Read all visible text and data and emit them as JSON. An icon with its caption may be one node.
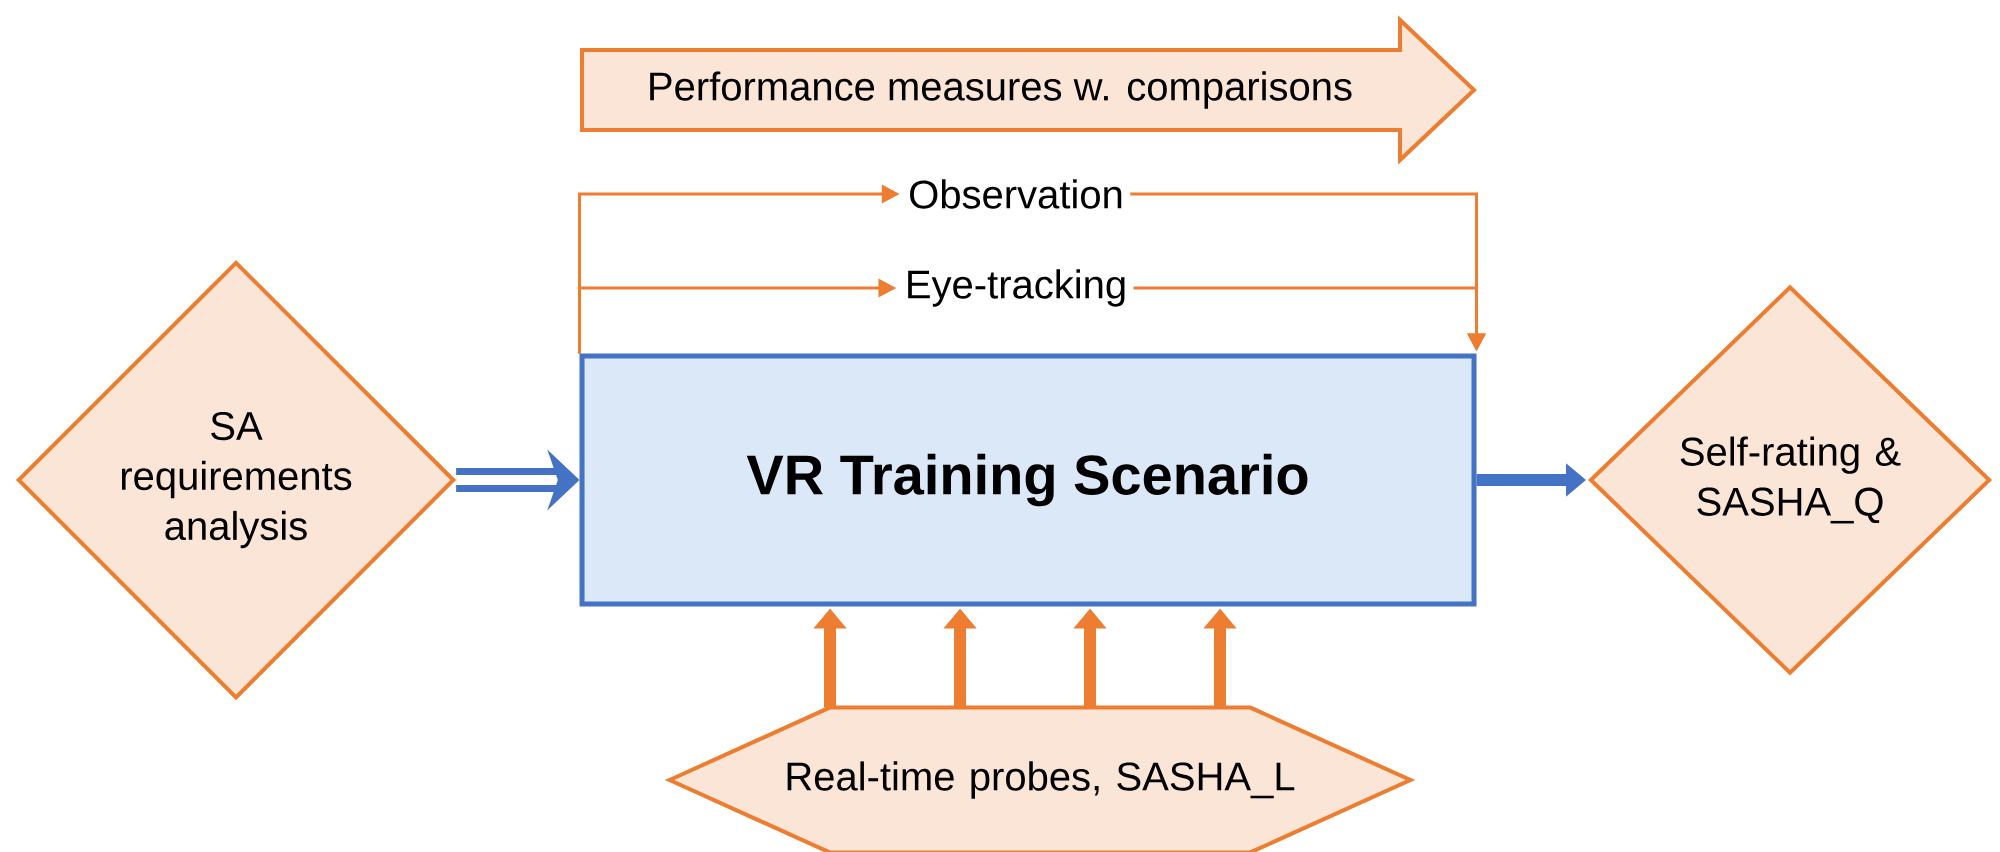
{
  "diagram": {
    "nodes": [
      {
        "text": [
          "Performance measures w. comparisons"
        ]
      },
      {
        "text": [
          "Observation"
        ]
      },
      {
        "text": [
          "Eye-tracking"
        ]
      },
      {
        "text": [
          "VR Training Scenario"
        ]
      },
      {
        "text": [
          "SA requirements analysis"
        ]
      },
      {
        "text": [
          "Self-rating & SASHA_Q"
        ]
      },
      {
        "text": [
          "Real-time probes, SASHA_L"
        ]
      }
    ],
    "edges": [
      {
        "from": 3,
        "to": 1,
        "arrow": "to"
      },
      {
        "from": 1,
        "to": 3,
        "arrow": "to"
      },
      {
        "from": 3,
        "to": 2,
        "arrow": "to"
      },
      {
        "from": 2,
        "to": 3,
        "arrow": "to"
      },
      {
        "from": 4,
        "to": 3,
        "arrow": "to",
        "style": "thick",
        "color": "#4472c4"
      },
      {
        "from": 3,
        "to": 5,
        "arrow": "to",
        "color": "#4472c4"
      },
      {
        "from": 6,
        "to": 3,
        "arrow": "to"
      },
      {
        "from": 6,
        "to": 3,
        "arrow": "to"
      },
      {
        "from": 6,
        "to": 3,
        "arrow": "to"
      },
      {
        "from": 6,
        "to": 3,
        "arrow": "to"
      }
    ]
  }
}
